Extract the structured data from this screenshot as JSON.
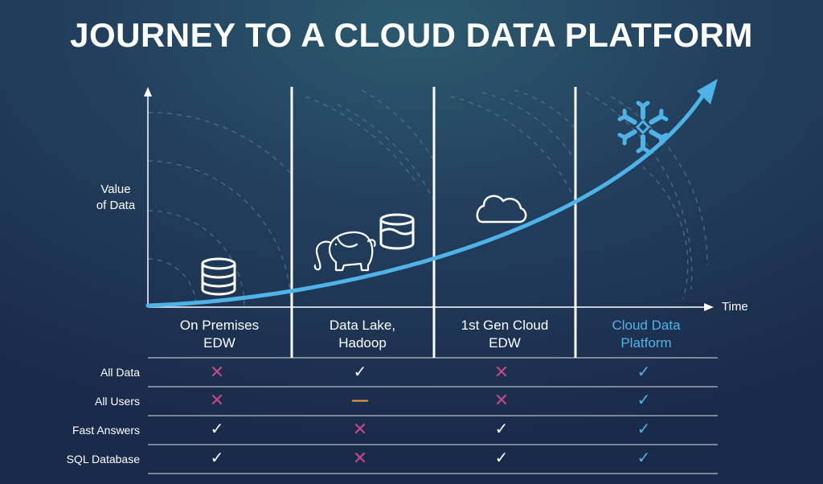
{
  "title": "JOURNEY TO A CLOUD DATA PLATFORM",
  "axes": {
    "y_label_line1": "Value",
    "y_label_line2": "of Data",
    "x_label": "Time"
  },
  "columns": [
    {
      "line1": "On Premises",
      "line2": "EDW",
      "icon": "database-icon"
    },
    {
      "line1": "Data Lake,",
      "line2": "Hadoop",
      "icon": "hadoop-elephant-icon"
    },
    {
      "line1": "1st Gen Cloud",
      "line2": "EDW",
      "icon": "cloud-icon"
    },
    {
      "line1": "Cloud Data",
      "line2": "Platform",
      "icon": "snowflake-icon"
    }
  ],
  "rows": [
    {
      "label": "All Data",
      "marks": [
        "cross",
        "check",
        "cross",
        "check"
      ]
    },
    {
      "label": "All Users",
      "marks": [
        "cross",
        "dash",
        "cross",
        "check"
      ]
    },
    {
      "label": "Fast Answers",
      "marks": [
        "check",
        "cross",
        "check",
        "check"
      ]
    },
    {
      "label": "SQL Database",
      "marks": [
        "check",
        "cross",
        "check",
        "check"
      ]
    }
  ],
  "colors": {
    "accent": "#4fb3e8",
    "cross": "#c14b86",
    "partial": "#f0a245",
    "check": "#ffffff"
  }
}
